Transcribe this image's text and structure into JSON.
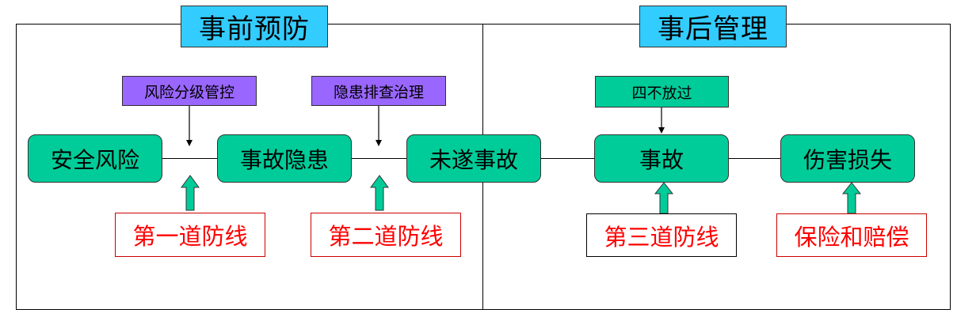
{
  "headers": {
    "prevention": "事前预防",
    "management": "事后管理"
  },
  "nodes": {
    "safety_risk": "安全风险",
    "accident_hazard": "事故隐患",
    "near_miss": "未遂事故",
    "accident": "事故",
    "injury_loss": "伤害损失"
  },
  "labels": {
    "risk_control": "风险分级管控",
    "hazard_governance": "隐患排查治理",
    "four_no_pass": "四不放过"
  },
  "defenses": {
    "first": "第一道防线",
    "second": "第二道防线",
    "third": "第三道防线",
    "insurance": "保险和赔偿"
  },
  "colors": {
    "header_bg": "#33ccff",
    "node_bg": "#00cc99",
    "label_purple": "#9966ff",
    "defense_text": "#ff0000"
  }
}
